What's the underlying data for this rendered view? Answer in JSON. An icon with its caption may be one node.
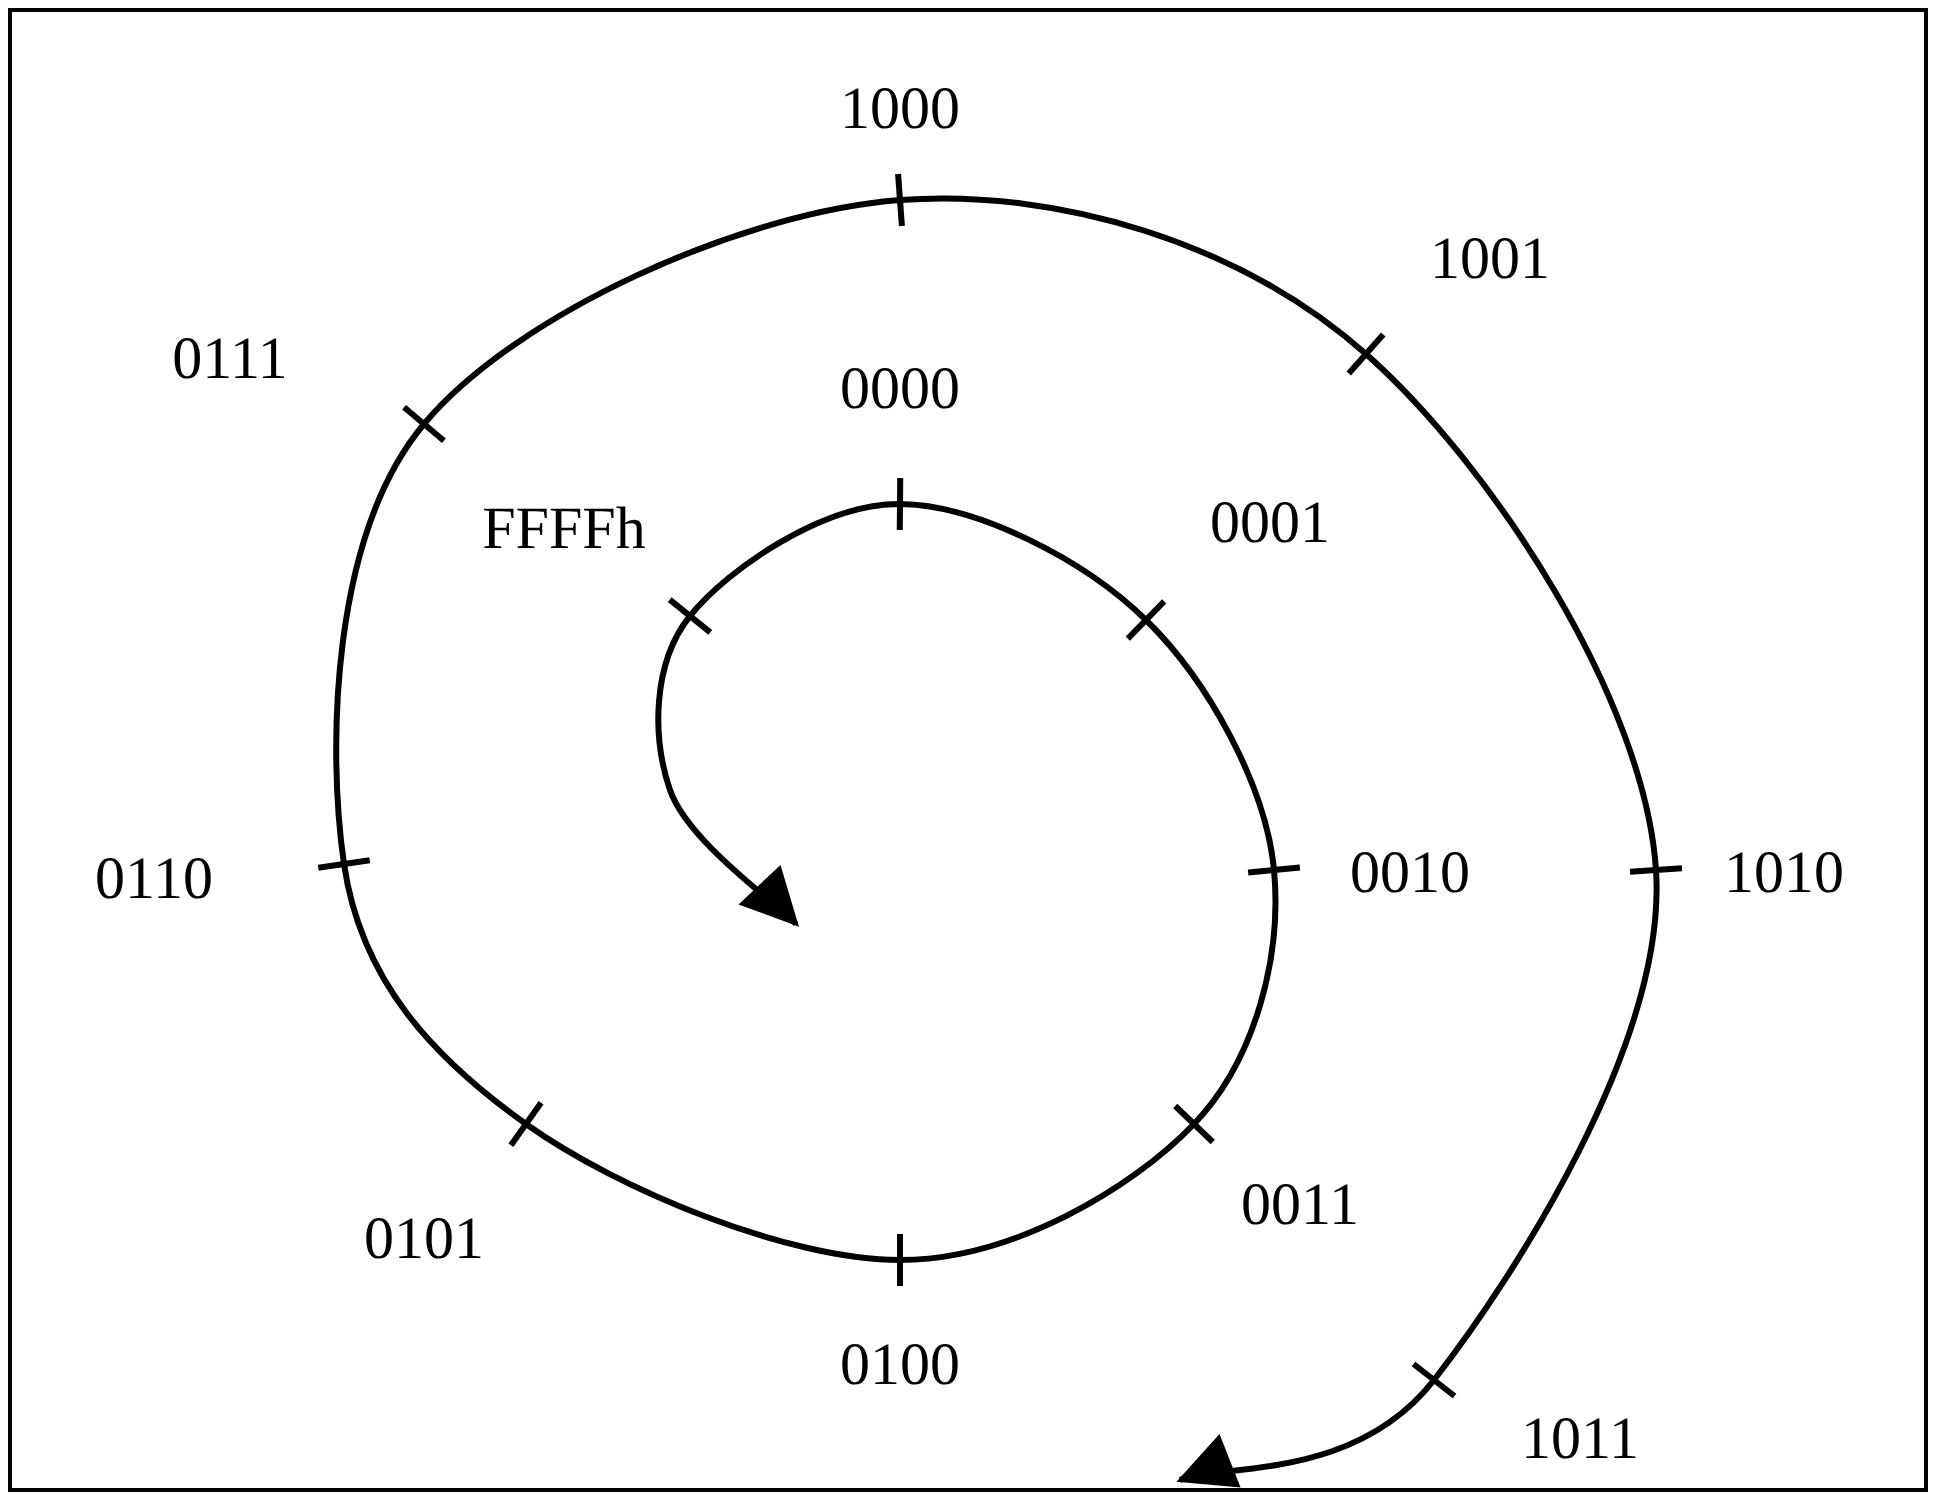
{
  "diagram": {
    "labels": [
      "1000",
      "1001",
      "0111",
      "0000",
      "0001",
      "FFFFh",
      "0110",
      "0010",
      "1010",
      "0101",
      "0011",
      "0100",
      "1011"
    ]
  }
}
